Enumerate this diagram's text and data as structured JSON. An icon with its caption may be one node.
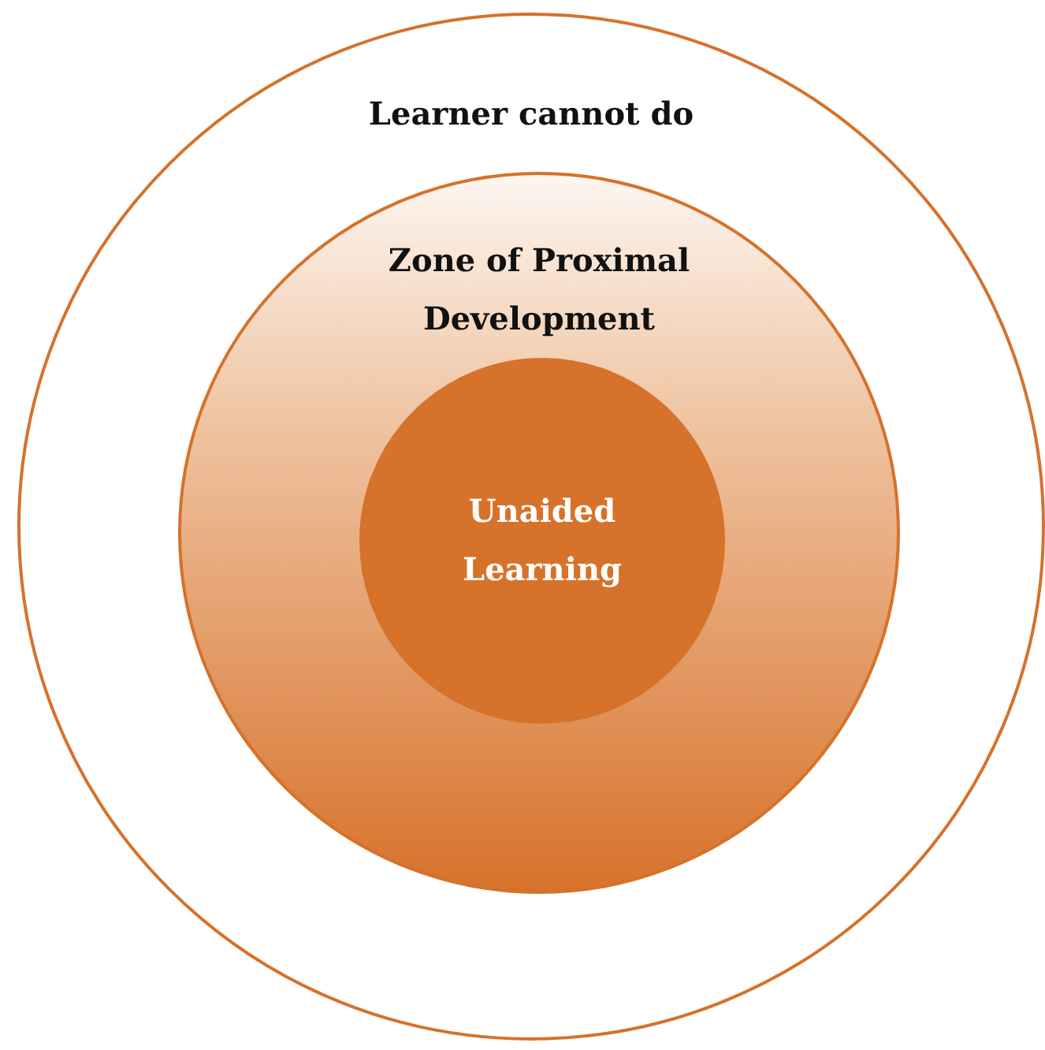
{
  "diagram": {
    "nodes": [
      {
        "text": [
          "Learner cannot do"
        ]
      },
      {
        "text": [
          "Zone of Proximal Development"
        ],
        "in": 0
      },
      {
        "text": [
          "Unaided Learning"
        ],
        "in": 1
      }
    ],
    "edges": []
  }
}
